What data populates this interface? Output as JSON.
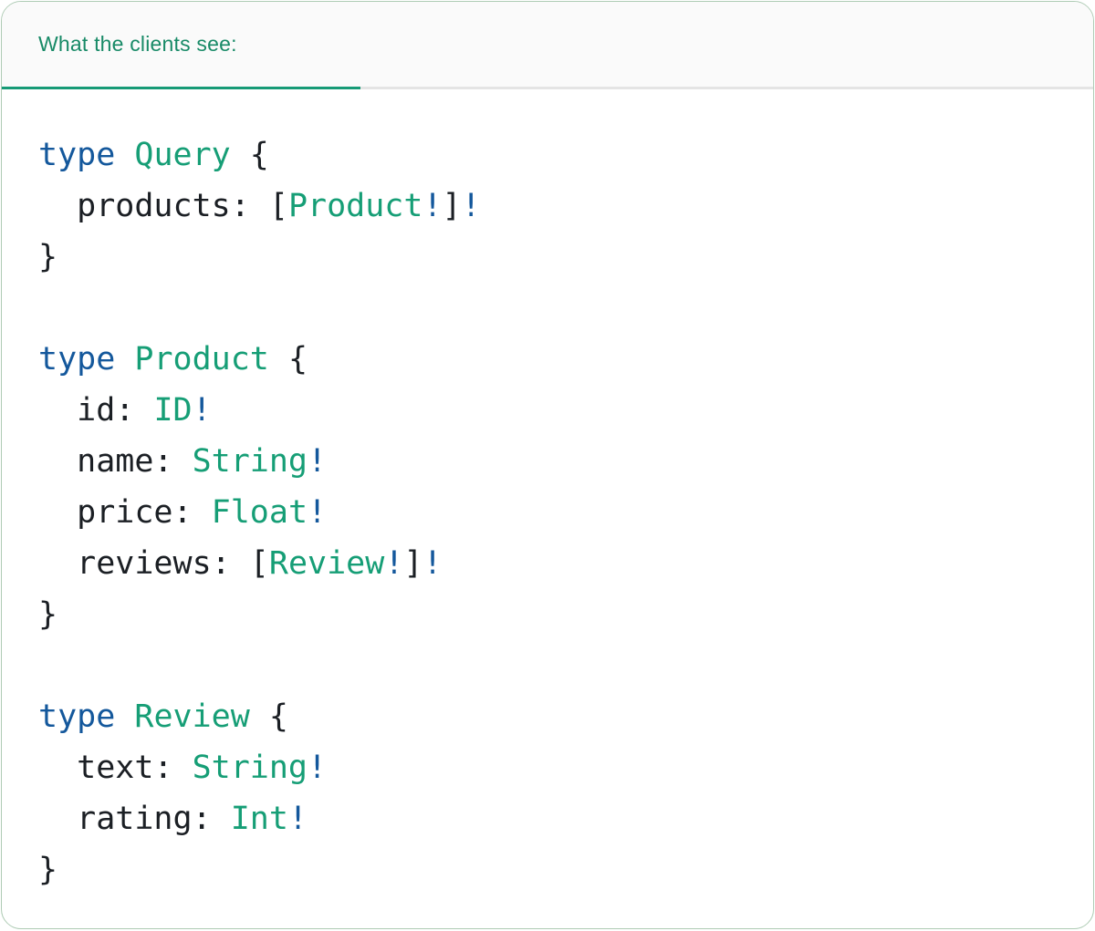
{
  "tab": {
    "label": "What the clients see:"
  },
  "colors": {
    "keyword": "#14589C",
    "type_name": "#169E76",
    "plain_text": "#1B1F24",
    "tab_title": "#188A67",
    "tab_underline": "#169A76",
    "tab_divider": "#E4E4E4",
    "tab_background": "#FAFAFA",
    "card_background": "#FFFFFF",
    "card_border": "#AECBB4"
  },
  "code": {
    "language": "graphql",
    "lines": [
      [
        {
          "t": "type",
          "c": "keyword"
        },
        {
          "t": " ",
          "c": "plain"
        },
        {
          "t": "Query",
          "c": "type"
        },
        {
          "t": " {",
          "c": "plain"
        }
      ],
      [
        {
          "t": "  products: [",
          "c": "plain"
        },
        {
          "t": "Product",
          "c": "type"
        },
        {
          "t": "!",
          "c": "keyword"
        },
        {
          "t": "]",
          "c": "plain"
        },
        {
          "t": "!",
          "c": "keyword"
        }
      ],
      [
        {
          "t": "}",
          "c": "plain"
        }
      ],
      [],
      [
        {
          "t": "type",
          "c": "keyword"
        },
        {
          "t": " ",
          "c": "plain"
        },
        {
          "t": "Product",
          "c": "type"
        },
        {
          "t": " {",
          "c": "plain"
        }
      ],
      [
        {
          "t": "  id: ",
          "c": "plain"
        },
        {
          "t": "ID",
          "c": "type"
        },
        {
          "t": "!",
          "c": "keyword"
        }
      ],
      [
        {
          "t": "  name: ",
          "c": "plain"
        },
        {
          "t": "String",
          "c": "type"
        },
        {
          "t": "!",
          "c": "keyword"
        }
      ],
      [
        {
          "t": "  price: ",
          "c": "plain"
        },
        {
          "t": "Float",
          "c": "type"
        },
        {
          "t": "!",
          "c": "keyword"
        }
      ],
      [
        {
          "t": "  reviews: [",
          "c": "plain"
        },
        {
          "t": "Review",
          "c": "type"
        },
        {
          "t": "!",
          "c": "keyword"
        },
        {
          "t": "]",
          "c": "plain"
        },
        {
          "t": "!",
          "c": "keyword"
        }
      ],
      [
        {
          "t": "}",
          "c": "plain"
        }
      ],
      [],
      [
        {
          "t": "type",
          "c": "keyword"
        },
        {
          "t": " ",
          "c": "plain"
        },
        {
          "t": "Review",
          "c": "type"
        },
        {
          "t": " {",
          "c": "plain"
        }
      ],
      [
        {
          "t": "  text: ",
          "c": "plain"
        },
        {
          "t": "String",
          "c": "type"
        },
        {
          "t": "!",
          "c": "keyword"
        }
      ],
      [
        {
          "t": "  rating: ",
          "c": "plain"
        },
        {
          "t": "Int",
          "c": "type"
        },
        {
          "t": "!",
          "c": "keyword"
        }
      ],
      [
        {
          "t": "}",
          "c": "plain"
        }
      ]
    ]
  }
}
